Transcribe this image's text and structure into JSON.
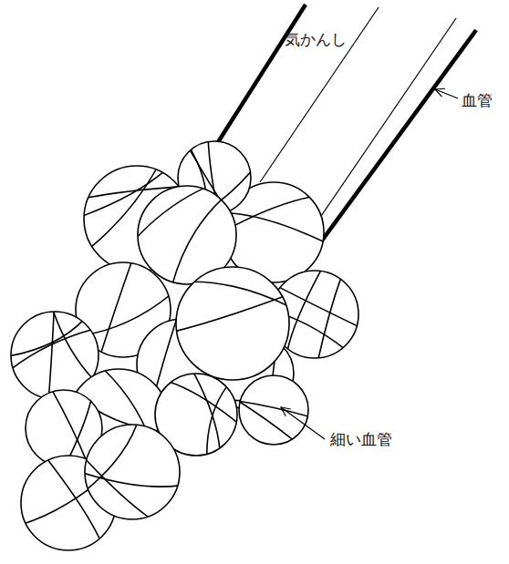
{
  "diagram": {
    "labels": [
      "気かんし",
      "血管",
      "細い血管"
    ]
  }
}
